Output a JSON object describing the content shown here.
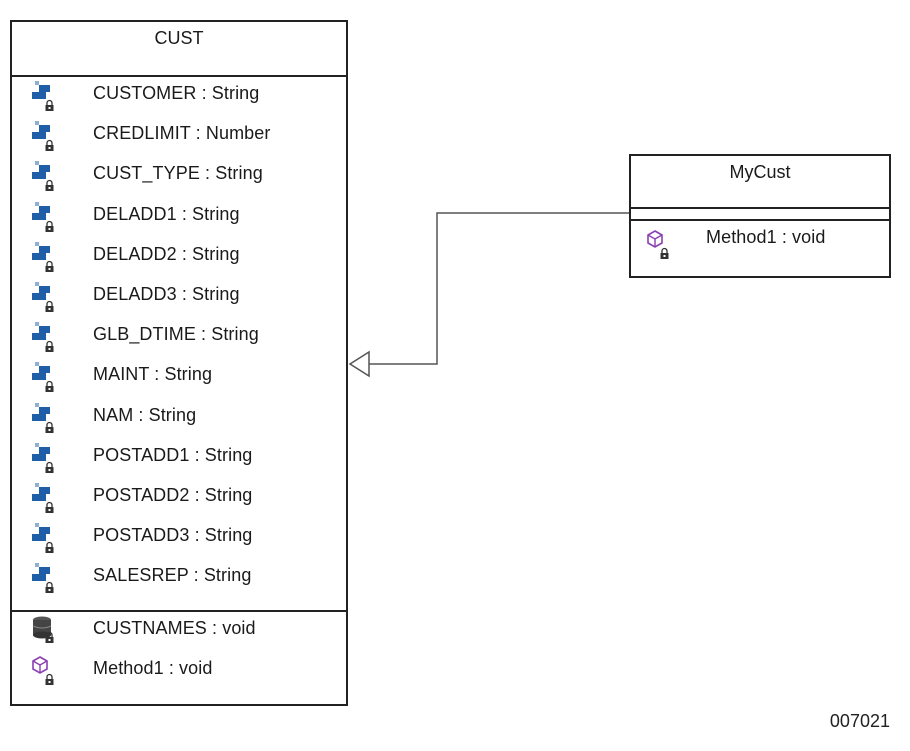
{
  "classes": {
    "cust": {
      "name": "CUST",
      "attributes": [
        {
          "label": "CUSTOMER : String",
          "icon": "field-lock-icon"
        },
        {
          "label": "CREDLIMIT : Number",
          "icon": "field-lock-icon"
        },
        {
          "label": "CUST_TYPE : String",
          "icon": "field-lock-icon"
        },
        {
          "label": "DELADD1 : String",
          "icon": "field-lock-icon"
        },
        {
          "label": "DELADD2 : String",
          "icon": "field-lock-icon"
        },
        {
          "label": "DELADD3 : String",
          "icon": "field-lock-icon"
        },
        {
          "label": "GLB_DTIME : String",
          "icon": "field-lock-icon"
        },
        {
          "label": "MAINT : String",
          "icon": "field-lock-icon"
        },
        {
          "label": "NAM : String",
          "icon": "field-lock-icon"
        },
        {
          "label": "POSTADD1 : String",
          "icon": "field-lock-icon"
        },
        {
          "label": "POSTADD2 : String",
          "icon": "field-lock-icon"
        },
        {
          "label": "POSTADD3 : String",
          "icon": "field-lock-icon"
        },
        {
          "label": "SALESREP : String",
          "icon": "field-lock-icon"
        }
      ],
      "methods": [
        {
          "label": "CUSTNAMES : void",
          "icon": "database-lock-icon"
        },
        {
          "label": "Method1 : void",
          "icon": "cube-method-lock-icon"
        }
      ]
    },
    "mycust": {
      "name": "MyCust",
      "methods": [
        {
          "label": "Method1 : void",
          "icon": "cube-method-lock-icon"
        }
      ]
    }
  },
  "relationship": {
    "type": "generalization",
    "from": "MyCust",
    "to": "CUST"
  },
  "footer_code": "007021",
  "colors": {
    "field_icon": "#1f5fa8",
    "method_icon": "#8a3fb0",
    "line": "#555555"
  }
}
